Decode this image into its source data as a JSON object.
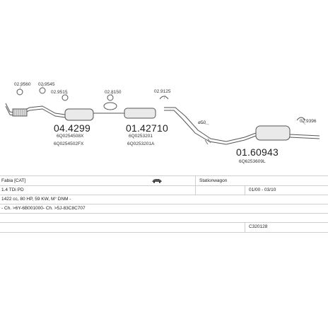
{
  "callouts": {
    "clamp_a": "02.9560",
    "clamp_b": "02.9545",
    "clamp_c": "02.9515",
    "clamp_d": "02.8150",
    "clamp_e": "02.9125",
    "clamp_f": "02.9396",
    "diameter": "ø50"
  },
  "parts": {
    "front": {
      "number": "04.4299",
      "oem_1": "6Q0254508X",
      "oem_2": "6Q0254502FX"
    },
    "middle": {
      "number": "01.42710",
      "oem_1": "6Q0253201",
      "oem_2": "6Q0253201A"
    },
    "rear": {
      "number": "01.60943",
      "oem_1": "6Q6253609L"
    }
  },
  "table": {
    "model": "Fabia [CAT]",
    "body": "Stationwagon",
    "engine": "1.4 TDi PD",
    "years": "01/00 - 03/10",
    "spec": "1422 cc, 80 HP, 59 KW, M° DNM -",
    "chassis": "- Ch. >6Y-6B001000- Ch. >5J-83C8C707",
    "code": "C320128"
  }
}
